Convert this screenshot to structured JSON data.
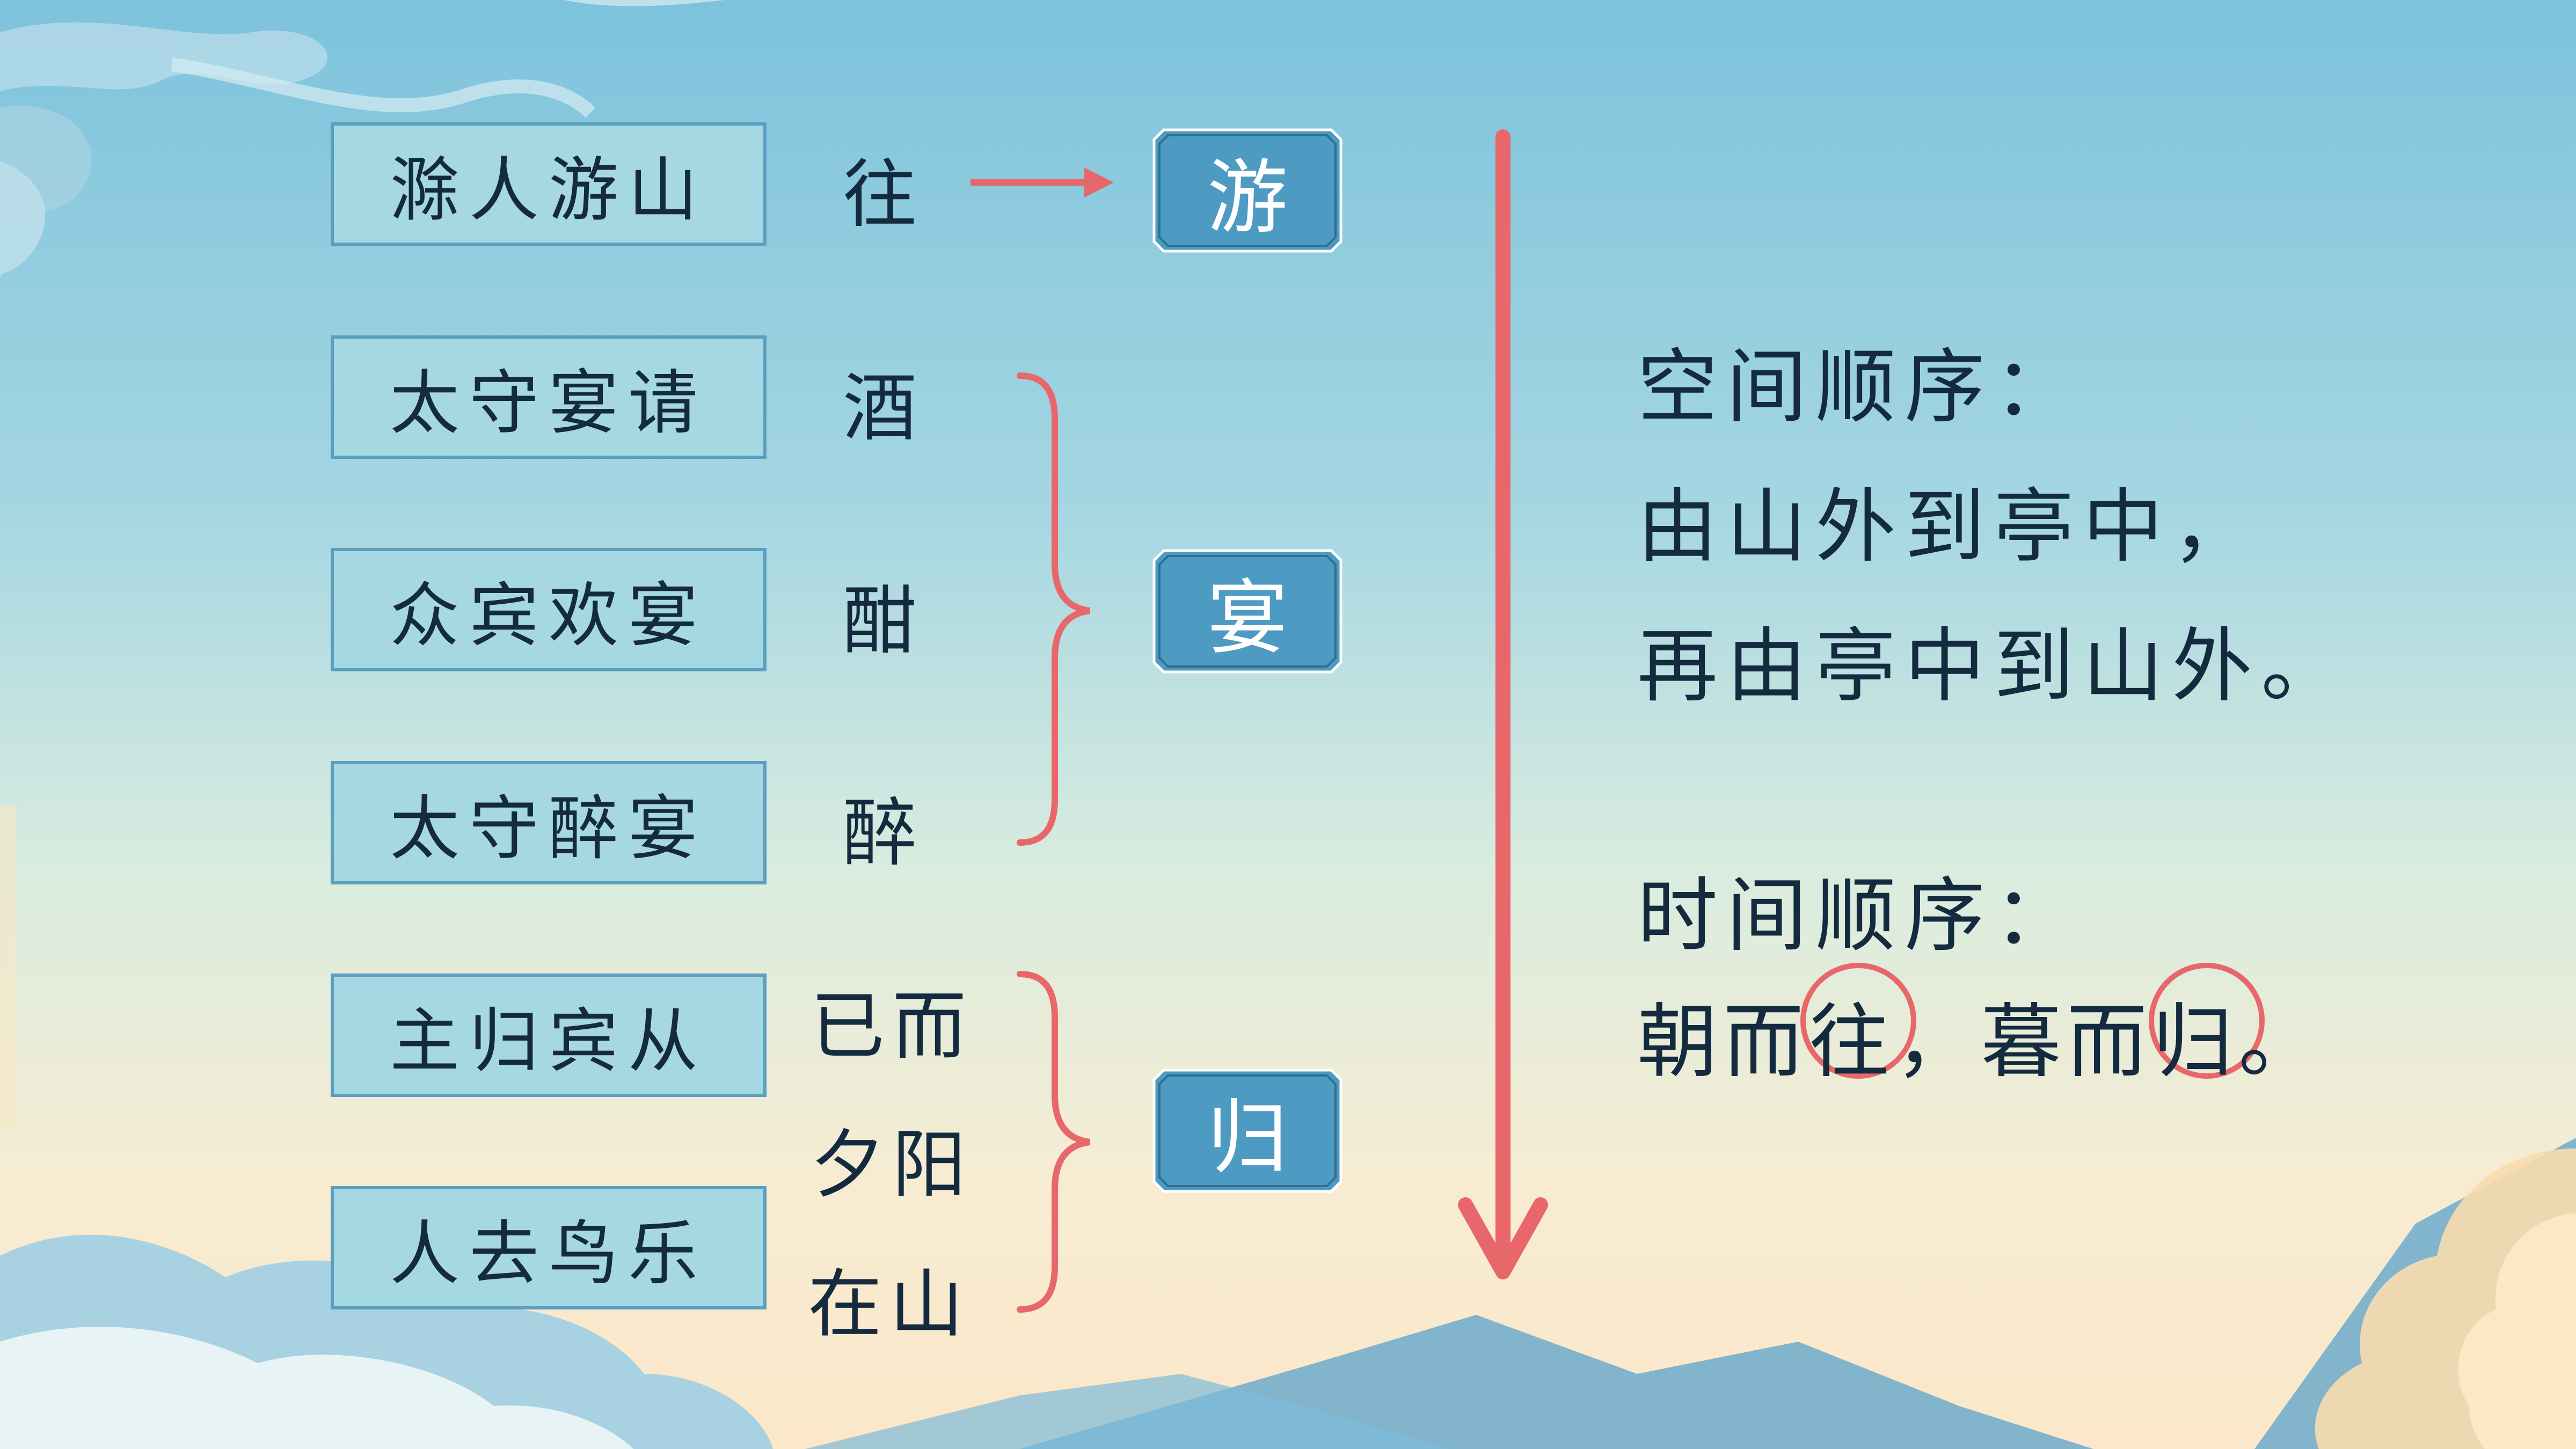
{
  "left_boxes": [
    {
      "label": "滁人游山"
    },
    {
      "label": "太守宴请"
    },
    {
      "label": "众宾欢宴"
    },
    {
      "label": "太守醉宴"
    },
    {
      "label": "主归宾从"
    },
    {
      "label": "人去鸟乐"
    }
  ],
  "verbs": [
    {
      "text": "往"
    },
    {
      "text": "酒"
    },
    {
      "text": "酣"
    },
    {
      "text": "醉"
    },
    {
      "text": "已而"
    },
    {
      "text": "夕阳"
    },
    {
      "text": "在山"
    }
  ],
  "tags": [
    {
      "label": "游"
    },
    {
      "label": "宴"
    },
    {
      "label": "归"
    }
  ],
  "notes": {
    "spatial_heading": "空间顺序：",
    "spatial_line1": "由山外到亭中，",
    "spatial_line2": "再由亭中到山外。",
    "time_heading": "时间顺序：",
    "time_line": "朝而往，暮而归。"
  },
  "colors": {
    "accent_red": "#e8676a",
    "tag_fill": "#4d9ac2",
    "box_fill": "#a6d8e3",
    "box_border": "#5b9fbf",
    "text_dark": "#142a3f"
  }
}
